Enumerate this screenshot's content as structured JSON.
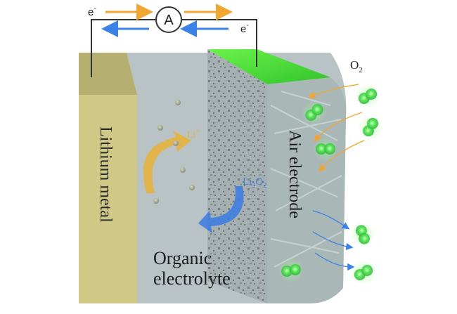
{
  "circuit": {
    "electron_label_top": "e",
    "electron_label_bottom": "e",
    "electron_charge": "-",
    "ammeter_symbol": "A"
  },
  "labels": {
    "anode": "Lithium metal",
    "electrolyte_line1": "Organic",
    "electrolyte_line2": "electrolyte",
    "cathode": "Air electrode",
    "ion_symbol": "Li",
    "ion_charge": "+",
    "product_element": "Li",
    "product_subscript_1": "2",
    "product_oxygen": "O",
    "product_subscript_2": "2",
    "gas_element": "O",
    "gas_subscript": "2"
  },
  "colors": {
    "lithium": "#cfc887",
    "electrolyte": "#b9c2c4",
    "air_electrode": "#a9b8b7",
    "current_collector": "#4ee63a",
    "ion_arrow": "#e7b23f",
    "product_arrow": "#3f7ee0",
    "electron_flow_out": "#f0a632",
    "electron_flow_in": "#3b82e8",
    "oxygen": "#5be55a"
  }
}
